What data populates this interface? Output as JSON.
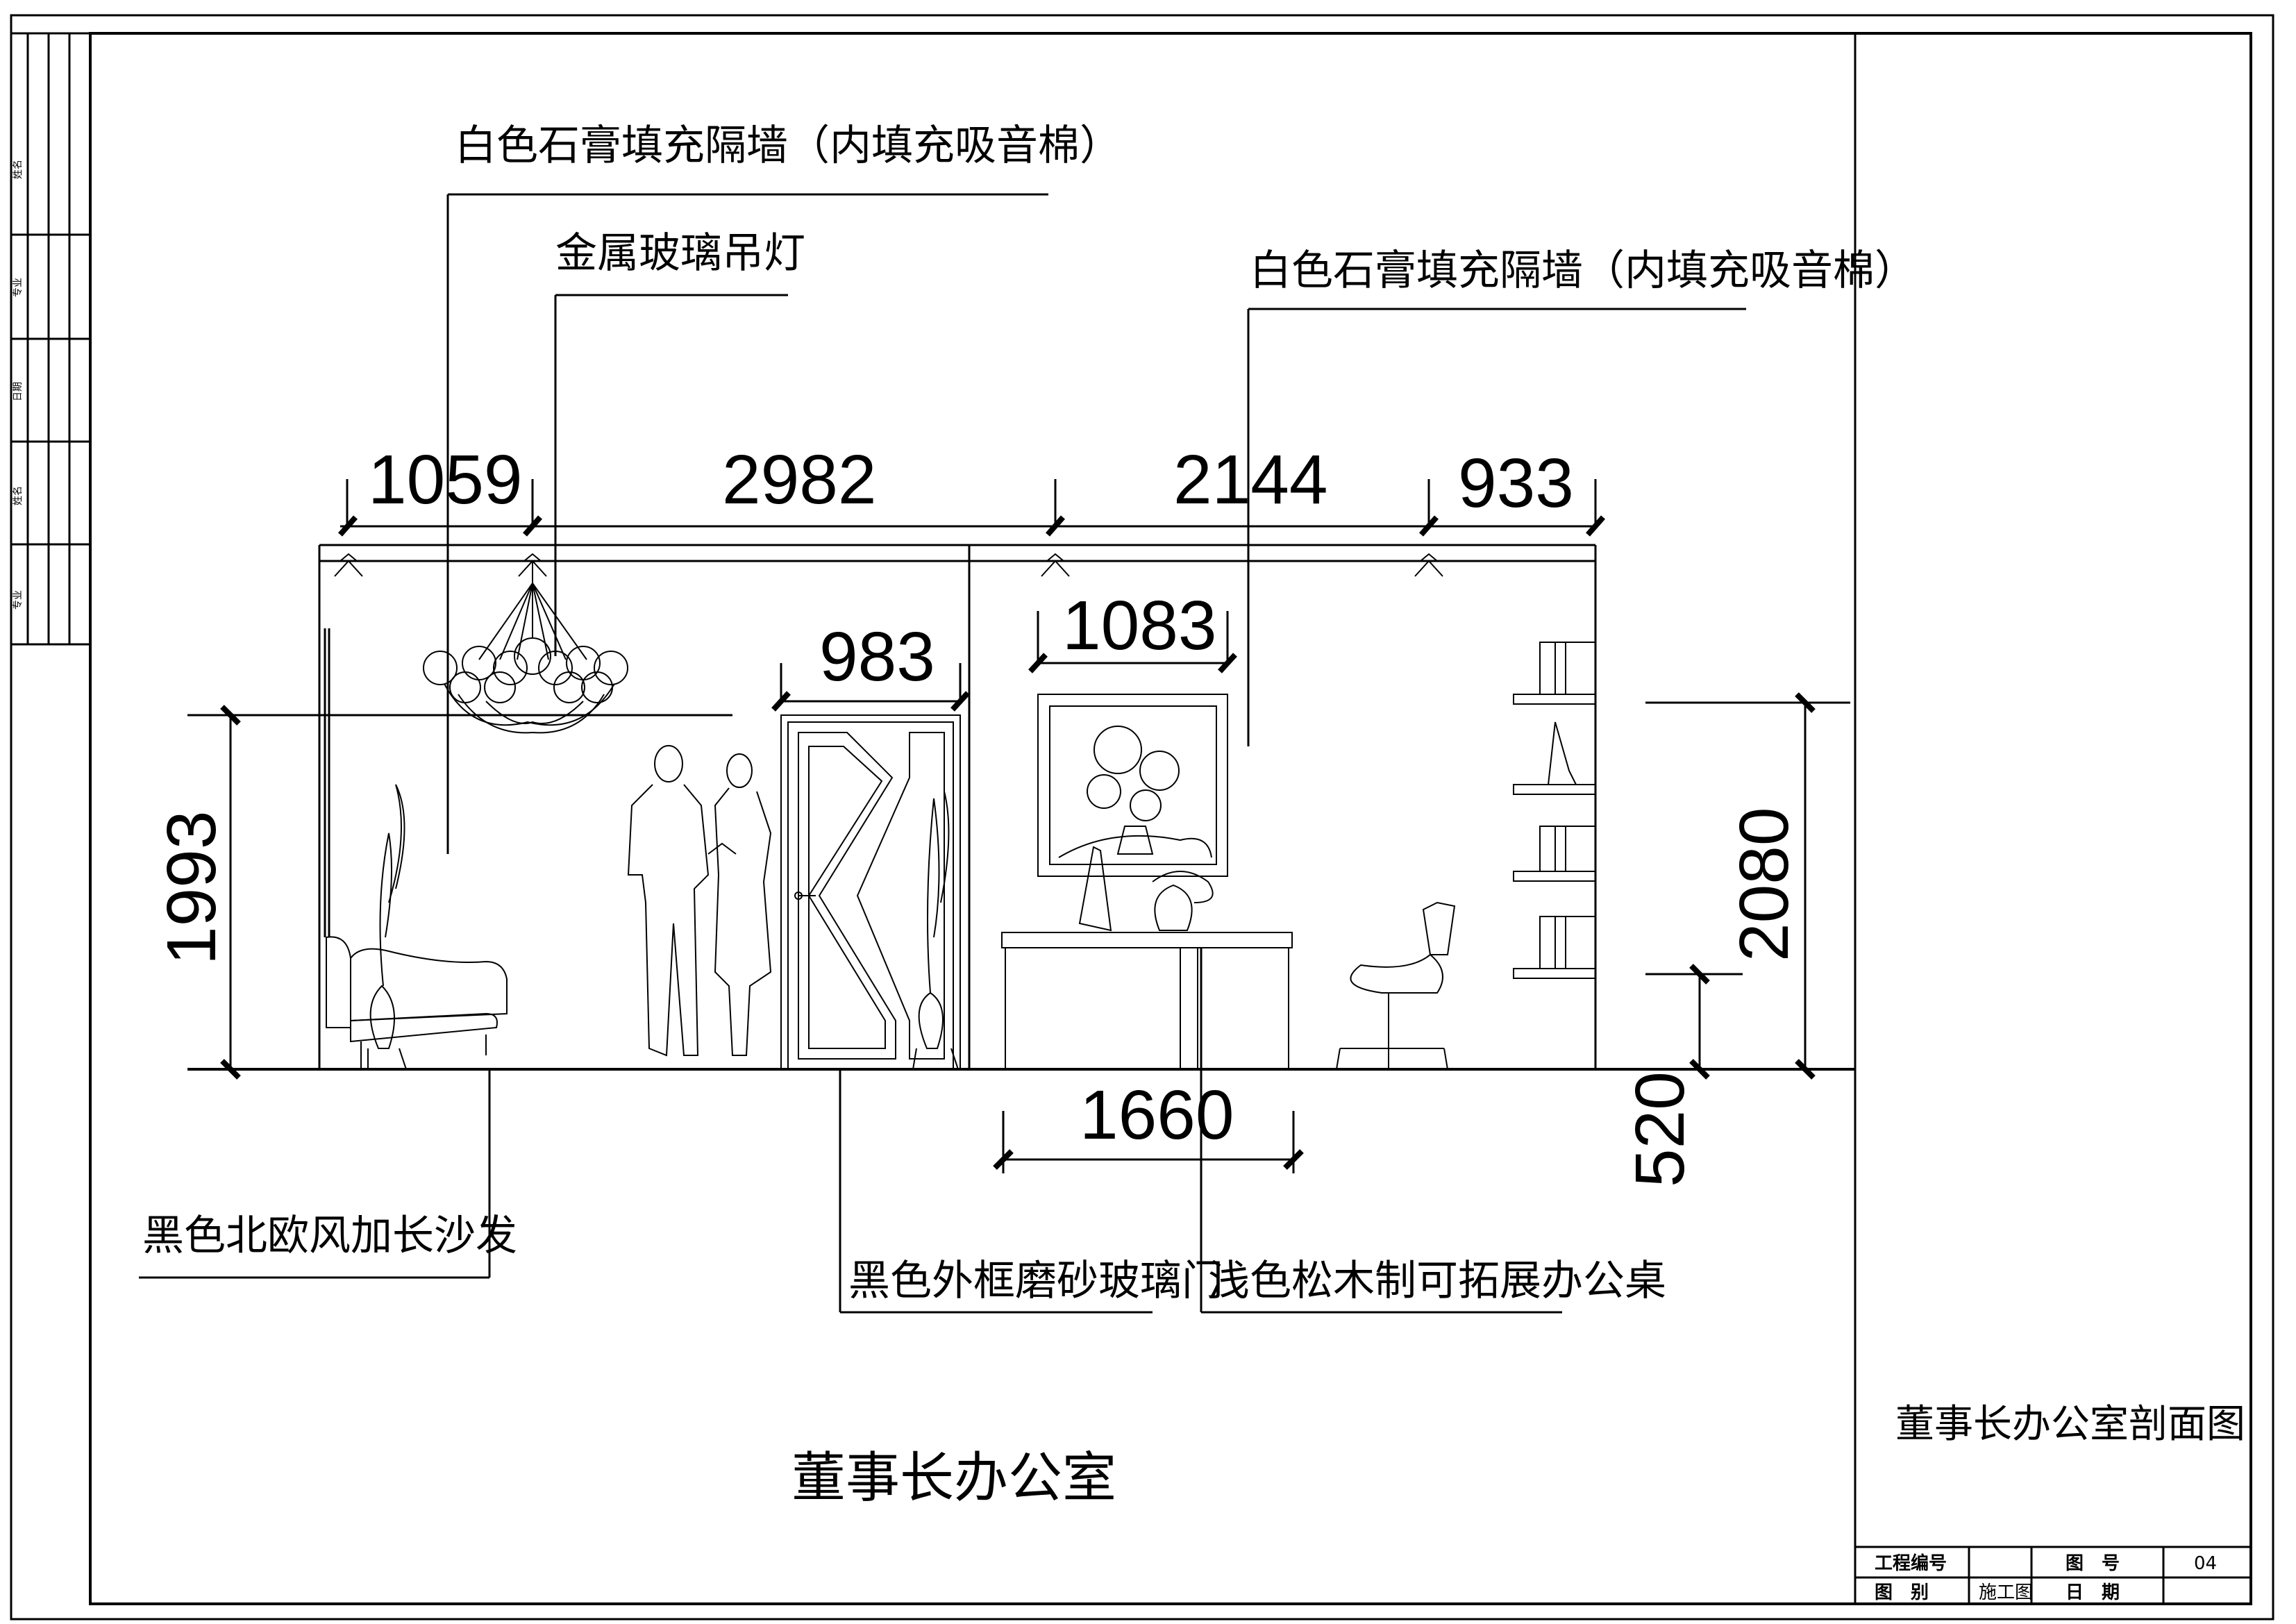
{
  "drawing": {
    "room_title": "董事长办公室",
    "sheet_title": "董事长办公室剖面图"
  },
  "annotations": {
    "wall_left": "白色石膏填充隔墙（内填充吸音棉）",
    "chandelier": "金属玻璃吊灯",
    "wall_right": "白色石膏填充隔墙（内填充吸音棉）",
    "sofa": "黑色北欧风加长沙发",
    "door": "黑色外框磨砂玻璃门",
    "desk": "浅色松木制可拓展办公桌"
  },
  "dimensions": {
    "top_1": "1059",
    "top_2": "2982",
    "top_3": "2144",
    "top_4": "933",
    "door_width": "983",
    "painting_width": "1083",
    "left_height": "1993",
    "right_height": "2080",
    "right_low": "520",
    "desk_width": "1660"
  },
  "title_block": {
    "project_no_label": "工程编号",
    "drawing_no_label": "图　号",
    "drawing_no_value": "04",
    "category_label": "图　别",
    "category_value": "施工图",
    "date_label": "日　期"
  },
  "side_strip": [
    "姓名",
    "专业",
    "日期",
    "姓名",
    "专业"
  ]
}
